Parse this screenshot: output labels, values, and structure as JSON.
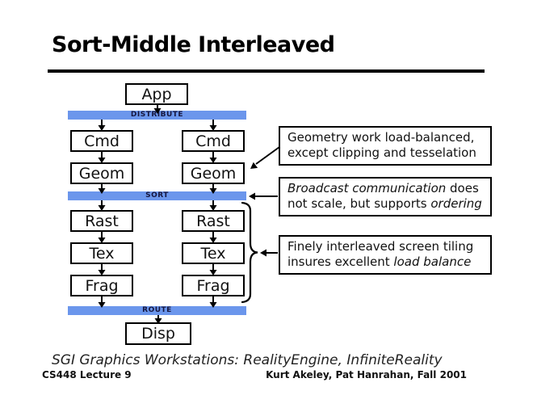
{
  "slide": {
    "title": "Sort-Middle Interleaved",
    "caption": "SGI Graphics Workstations: RealityEngine, InfiniteReality",
    "footer_left": "CS448 Lecture 9",
    "footer_right": "Kurt Akeley, Pat Hanrahan, Fall 2001"
  },
  "diagram": {
    "app": "App",
    "disp": "Disp",
    "bars": {
      "distribute": "DISTRIBUTE",
      "sort": "SORT",
      "route": "ROUTE"
    },
    "columns": [
      {
        "stages": [
          "Cmd",
          "Geom",
          "Rast",
          "Tex",
          "Frag"
        ]
      },
      {
        "stages": [
          "Cmd",
          "Geom",
          "Rast",
          "Tex",
          "Frag"
        ]
      }
    ],
    "colors": {
      "bar_fill": "#6B96EC",
      "bar_text": "#17173F",
      "line": "#000000"
    }
  },
  "annotations": [
    {
      "lines": [
        [
          {
            "t": "Geometry work load-balanced,"
          }
        ],
        [
          {
            "t": "except clipping and tesselation"
          }
        ]
      ]
    },
    {
      "lines": [
        [
          {
            "t": "Broadcast communication",
            "i": true
          },
          {
            "t": " does"
          }
        ],
        [
          {
            "t": "not scale, but supports "
          },
          {
            "t": "ordering",
            "i": true
          }
        ]
      ]
    },
    {
      "lines": [
        [
          {
            "t": "Finely interleaved screen tiling"
          }
        ],
        [
          {
            "t": "insures excellent "
          },
          {
            "t": "load balance",
            "i": true
          }
        ]
      ]
    }
  ]
}
